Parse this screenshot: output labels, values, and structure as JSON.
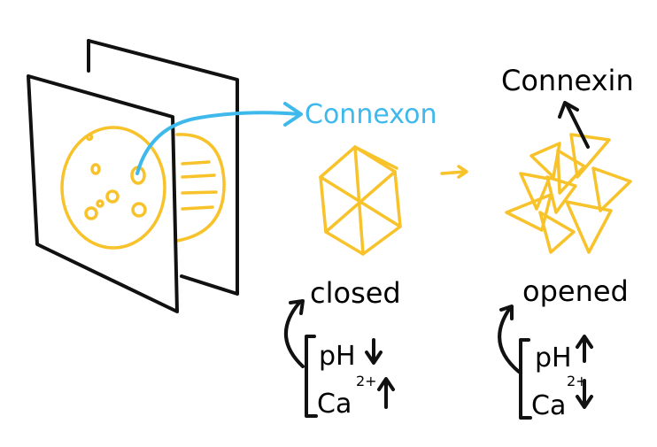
{
  "labels": {
    "connexon": "Connexon",
    "connexin": "Connexin",
    "closed": "closed",
    "opened": "opened",
    "ph": "pH",
    "ca": "Ca",
    "ca_charge": "2+"
  },
  "colors": {
    "ink": "#111111",
    "membrane_gold": "#f7c22a",
    "connexon_blue": "#3fb9ec"
  },
  "icons": {
    "ph_closed_direction": "arrow-down-icon",
    "ca_closed_direction": "arrow-up-icon",
    "ph_opened_direction": "arrow-up-icon",
    "ca_opened_direction": "arrow-down-icon"
  }
}
